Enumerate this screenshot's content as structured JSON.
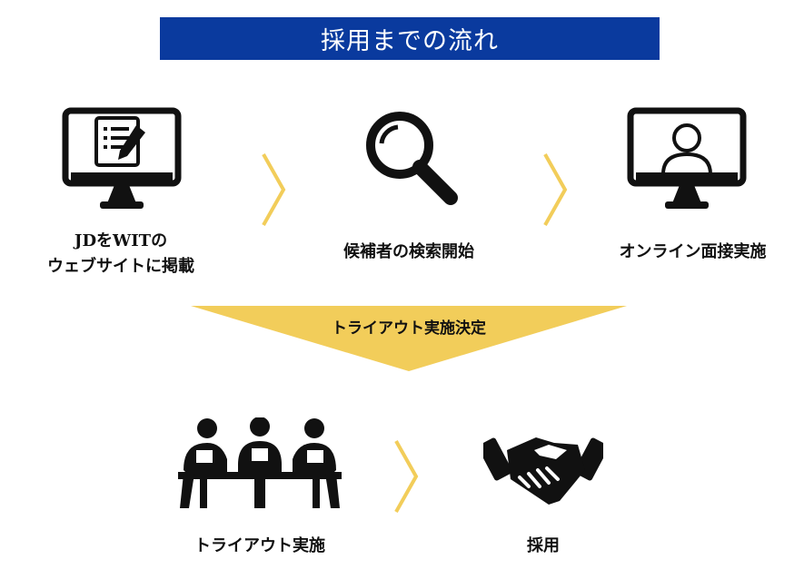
{
  "title": "採用までの流れ",
  "colors": {
    "title_bg": "#0a3a9e",
    "accent": "#f2cd5a",
    "icon": "#111111"
  },
  "steps_top": [
    {
      "icon": "monitor-document-icon",
      "lines": [
        "JDをWITの",
        "ウェブサイトに掲載"
      ]
    },
    {
      "icon": "magnifier-icon",
      "lines": [
        "候補者の検索開始"
      ]
    },
    {
      "icon": "monitor-person-icon",
      "lines": [
        "オンライン面接実施"
      ]
    }
  ],
  "decision": "トライアウト実施決定",
  "steps_bottom": [
    {
      "icon": "meeting-icon",
      "lines": [
        "トライアウト実施"
      ]
    },
    {
      "icon": "handshake-icon",
      "lines": [
        "採用"
      ]
    }
  ]
}
